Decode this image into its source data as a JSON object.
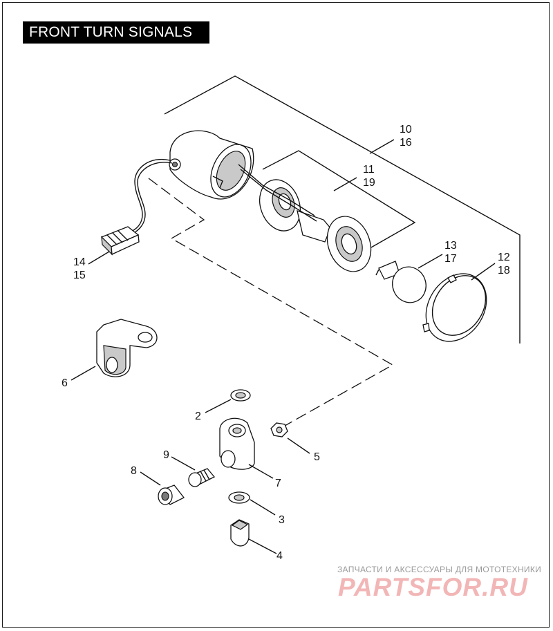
{
  "title": "FRONT  TURN SIGNALS",
  "callouts": {
    "c10": "10",
    "c16": "16",
    "c11": "11",
    "c19": "19",
    "c13": "13",
    "c17": "17",
    "c12": "12",
    "c18": "18",
    "c14": "14",
    "c15": "15",
    "c6": "6",
    "c2": "2",
    "c9": "9",
    "c8": "8",
    "c5": "5",
    "c7": "7",
    "c3": "3",
    "c4": "4"
  },
  "watermark": {
    "subtitle": "ЗАПЧАСТИ И АКСЕССУАРЫ ДЛЯ МОТОТЕХНИКИ",
    "logo_text": "PARTSFOR.RU"
  }
}
